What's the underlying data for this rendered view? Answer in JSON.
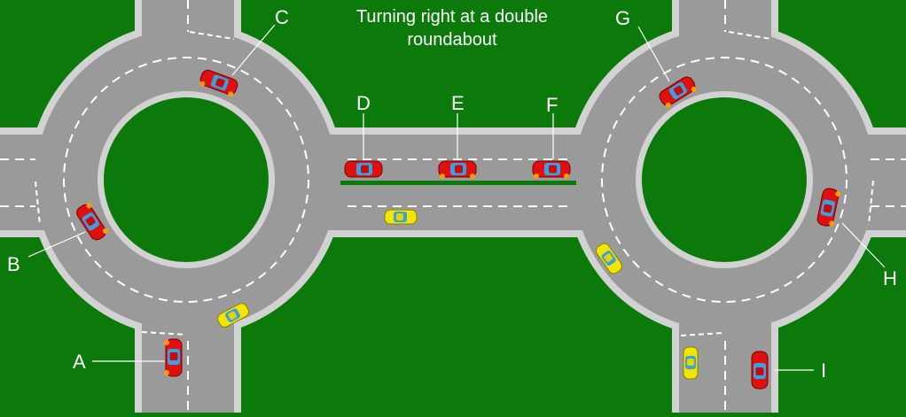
{
  "title": {
    "line1": "Turning right at a double",
    "line2": "roundabout"
  },
  "labels": {
    "A": "A",
    "B": "B",
    "C": "C",
    "D": "D",
    "E": "E",
    "F": "F",
    "G": "G",
    "H": "H",
    "I": "I"
  },
  "colors": {
    "grass": "#0b7a0b",
    "road": "#9a9a9a",
    "kerb": "#d2d2d2",
    "lane_marking": "#ffffff",
    "red_car": "#e01010",
    "yellow_car": "#f2e600",
    "car_window": "#3aa0e0",
    "indicator": "#ff9a00",
    "label_text": "#ffffff"
  }
}
